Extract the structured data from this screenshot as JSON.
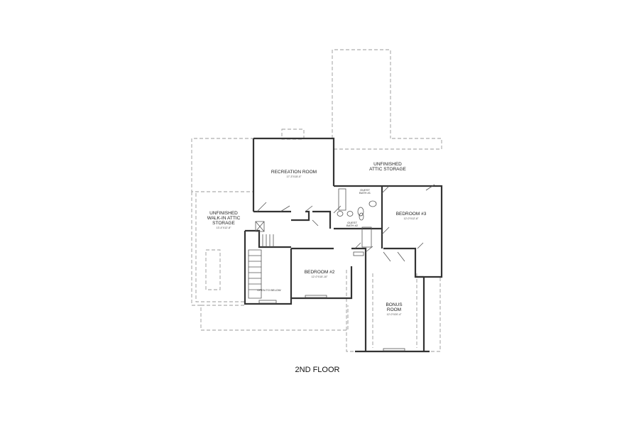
{
  "title": "2ND FLOOR",
  "rooms": {
    "recreation": {
      "name": "RECREATION ROOM",
      "dim": "17'-3\"X15'-0\""
    },
    "attic_right": {
      "line1": "UNFINISHED",
      "line2": "ATTIC STORAGE"
    },
    "attic_left": {
      "line1": "UNFINISHED",
      "line2": "WALK-IN ATTIC",
      "line3": "STORAGE",
      "dim": "13'-4\"X12'-8\""
    },
    "guest_bath_1": {
      "line1": "GUEST",
      "line2": "BATH #1"
    },
    "guest_bath_2": {
      "line1": "GUEST",
      "line2": "BATH #2"
    },
    "bedroom3": {
      "name": "BEDROOM #3",
      "dim": "12'-0\"X12'-8\""
    },
    "bedroom2": {
      "name": "BEDROOM #2",
      "dim": "12'-0\"X15'-10\""
    },
    "open_below": {
      "name": "OPEN TO BELOW"
    },
    "bonus": {
      "line1": "BONUS",
      "line2": "ROOM",
      "dim": "12'-0\"X20'-4\""
    }
  }
}
